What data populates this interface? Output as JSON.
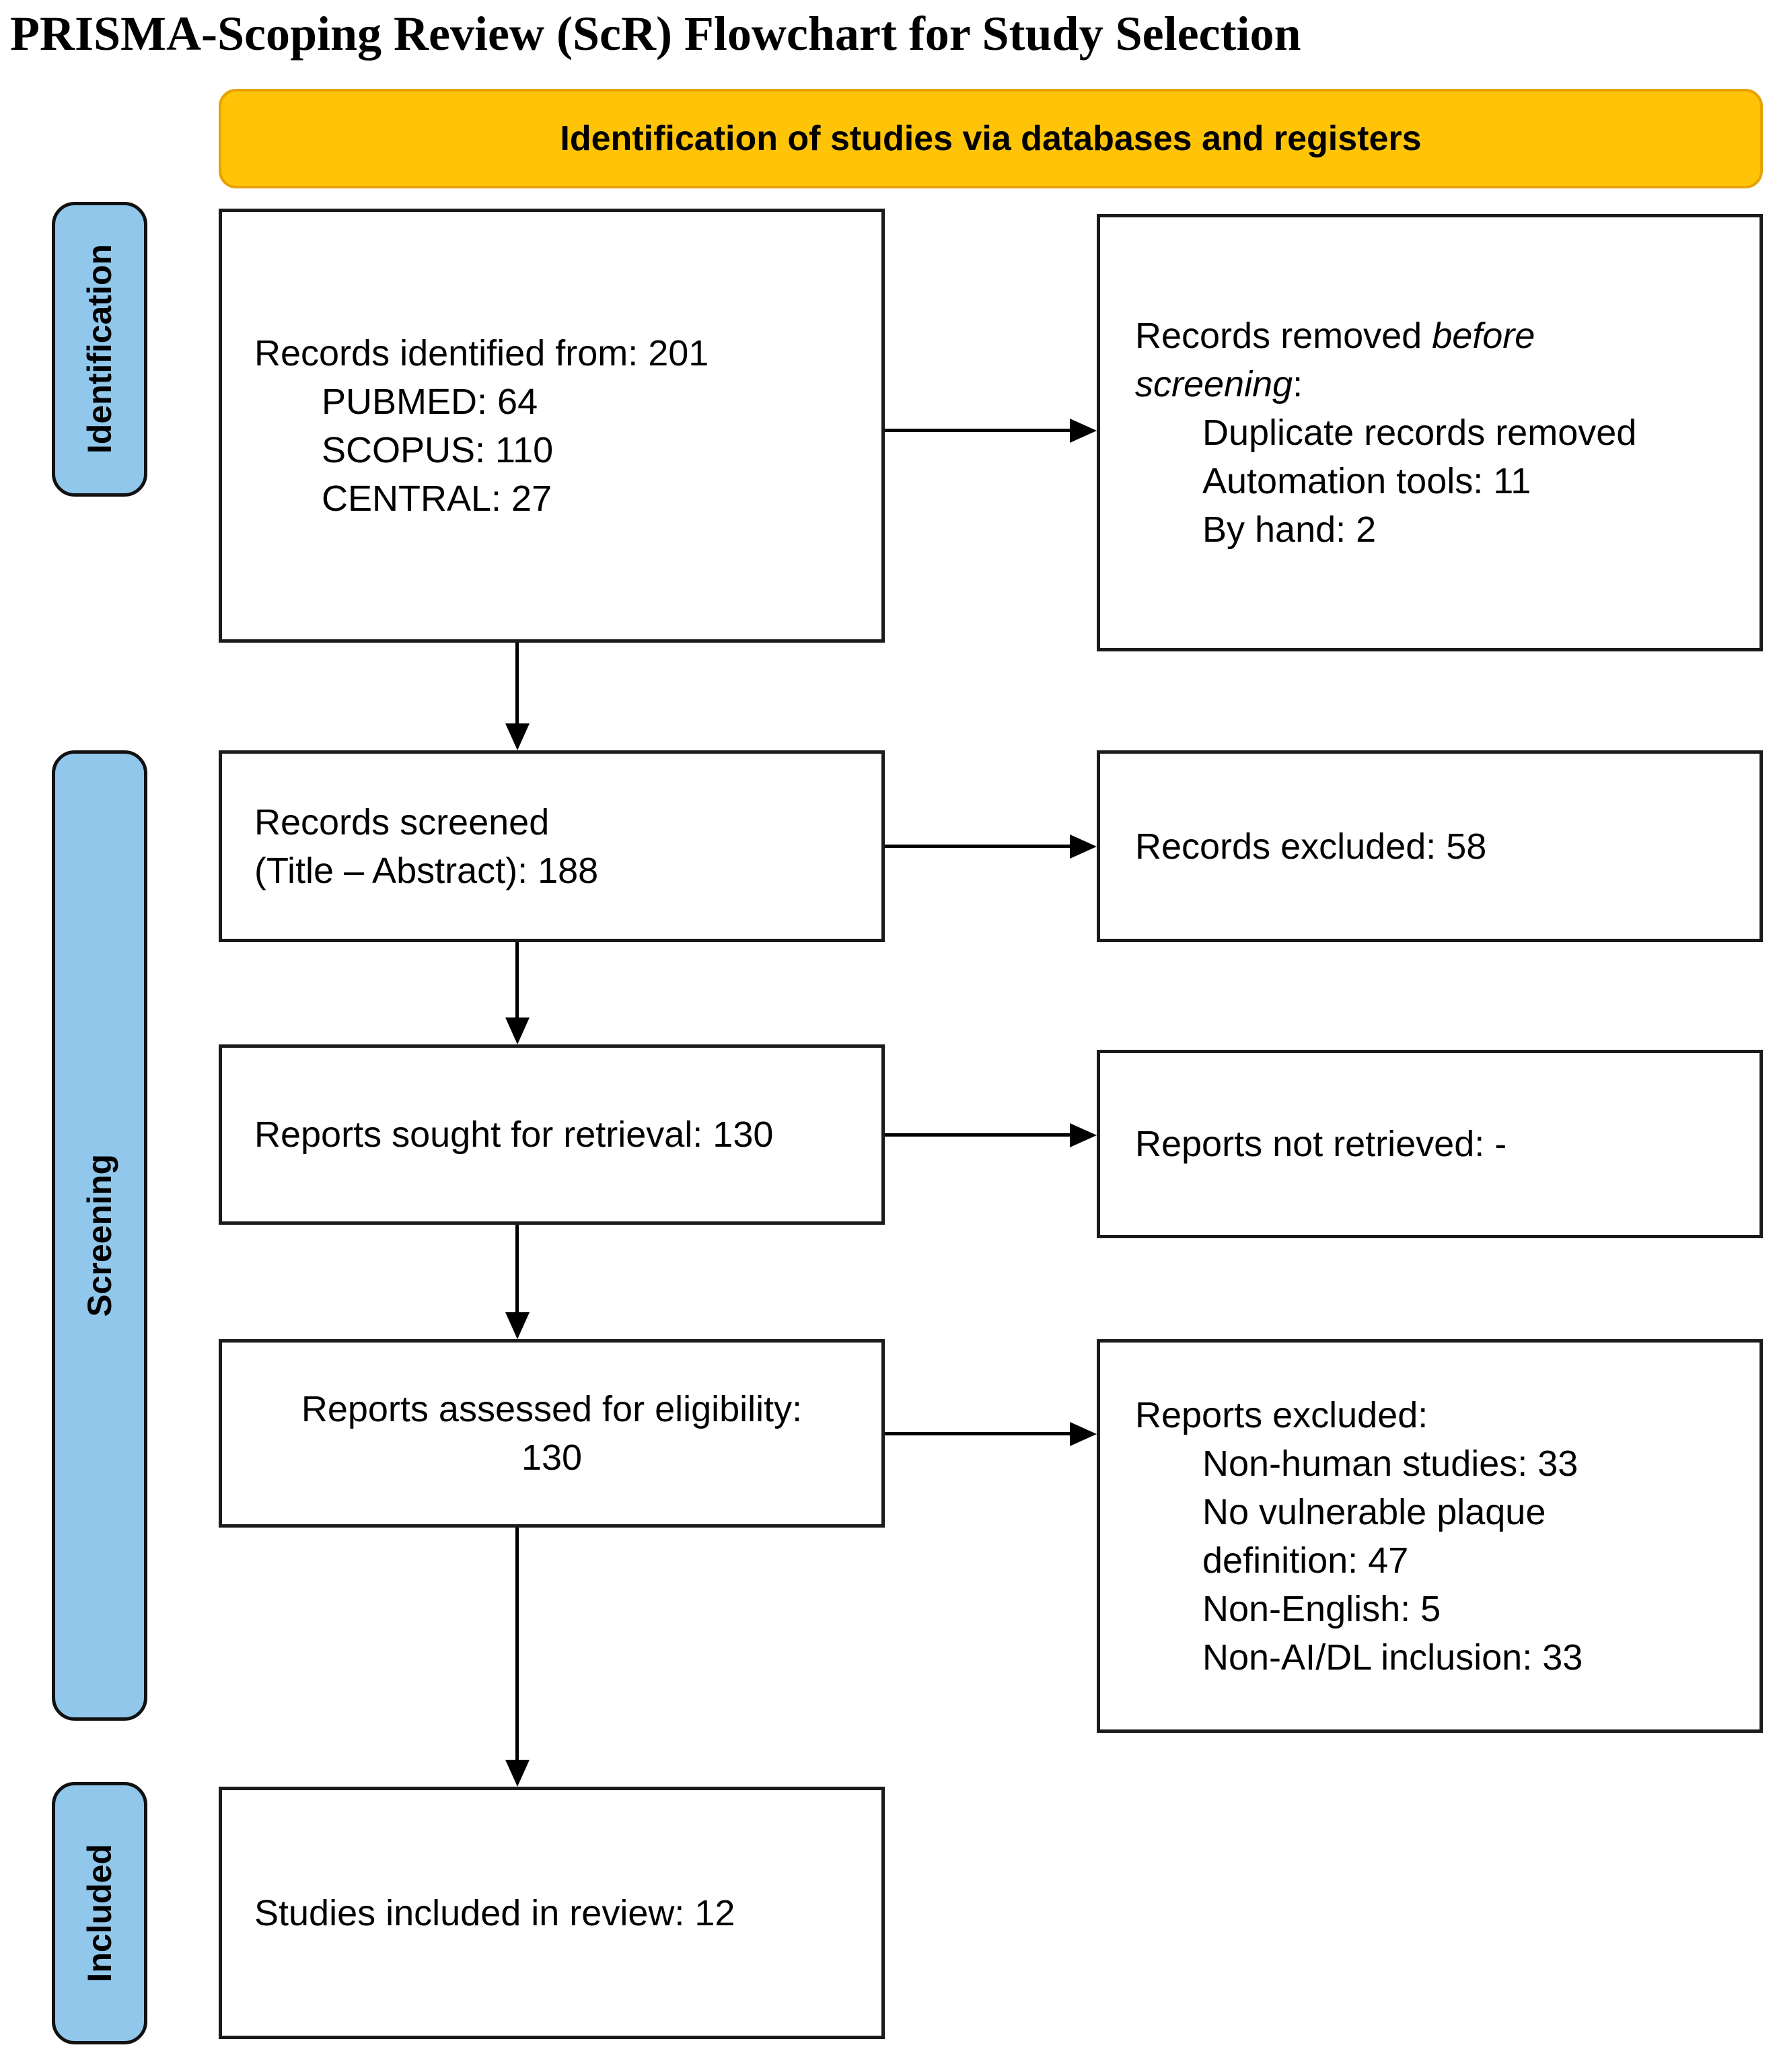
{
  "title": "PRISMA-Scoping Review (ScR) Flowchart for Study Selection",
  "banner": "Identification of studies via databases and registers",
  "sidebar": {
    "identification": "Identification",
    "screening": "Screening",
    "included": "Included"
  },
  "colors": {
    "banner_bg": "#FFC407",
    "banner_border": "#E8A200",
    "stage_bg": "#90C7EB",
    "box_border": "#1B1B1B"
  },
  "boxes": {
    "records_identified": {
      "line1": "Records identified from: 201",
      "items": [
        "PUBMED: 64",
        "SCOPUS: 110",
        "CENTRAL: 27"
      ]
    },
    "records_removed": {
      "line1_prefix": "Records removed ",
      "line1_italic": "before",
      "line2_italic": "screening",
      "line2_suffix": ":",
      "items": [
        "Duplicate records removed",
        "Automation tools: 11",
        "By hand: 2"
      ]
    },
    "records_screened": {
      "line1": "Records screened",
      "line2": "(Title – Abstract): 188"
    },
    "records_excluded": {
      "line1": "Records excluded: 58"
    },
    "reports_sought": {
      "line1": "Reports sought for retrieval: 130"
    },
    "reports_not_retrieved": {
      "line1": "Reports not retrieved: -"
    },
    "reports_assessed": {
      "line1": "Reports assessed for eligibility:",
      "line2": "130"
    },
    "reports_excluded": {
      "line1": "Reports excluded:",
      "items": [
        "Non-human studies: 33",
        "No vulnerable plaque",
        "definition: 47",
        "Non-English: 5",
        "Non-AI/DL inclusion: 33"
      ]
    },
    "studies_included": {
      "line1": "Studies included in review: 12"
    }
  }
}
